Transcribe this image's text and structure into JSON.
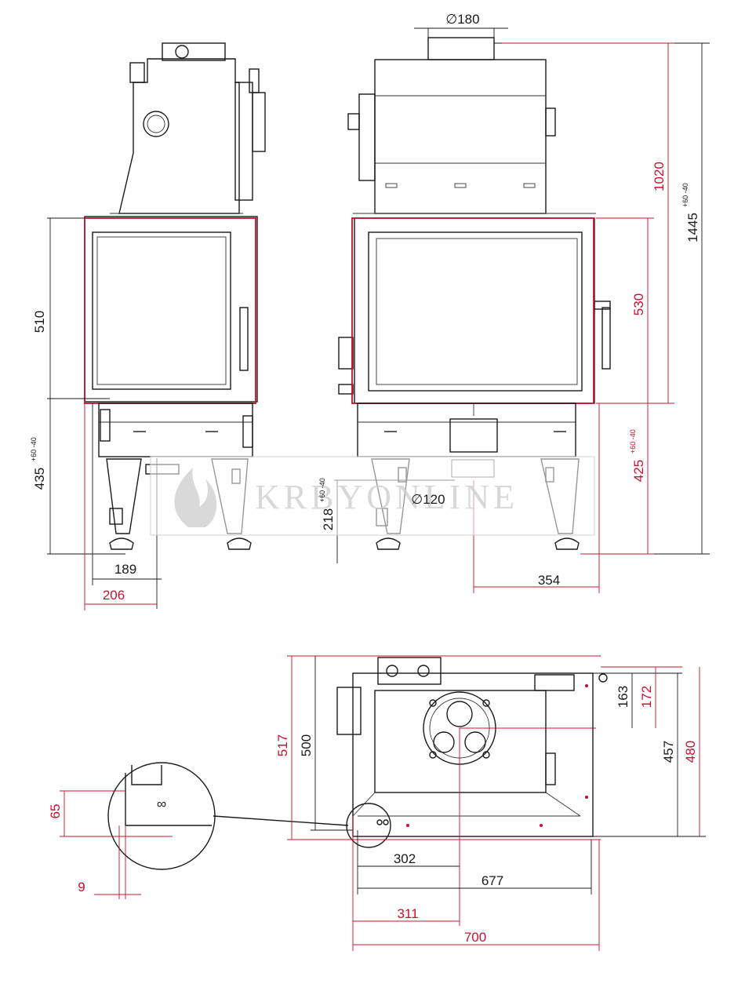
{
  "watermark": {
    "text": "KRBYONLINE"
  },
  "colors": {
    "outline": "#1a1a1a",
    "dimension_red": "#c8102e",
    "watermark": "#cfcfcf"
  },
  "dimensions": {
    "flue_diameter": "∅180",
    "total_height": "1445",
    "total_height_tol": "+60 -40",
    "top_height": "1020",
    "glass_height_side": "510",
    "glass_height_front": "530",
    "base_height_left": "435",
    "base_height_left_tol": "+60 -40",
    "base_height_right": "425",
    "base_height_right_tol": "+60 -40",
    "air_inlet_height": "218",
    "air_inlet_height_tol": "+60 -40",
    "air_inlet_diameter": "∅120",
    "side_depth_189": "189",
    "side_depth_206": "206",
    "front_offset_354": "354",
    "plan_depth_517": "517",
    "plan_depth_500": "500",
    "plan_163": "163",
    "plan_172": "172",
    "plan_457": "457",
    "plan_480": "480",
    "detail_65": "65",
    "detail_9": "9",
    "plan_302": "302",
    "plan_677": "677",
    "plan_311": "311",
    "plan_700": "700"
  }
}
